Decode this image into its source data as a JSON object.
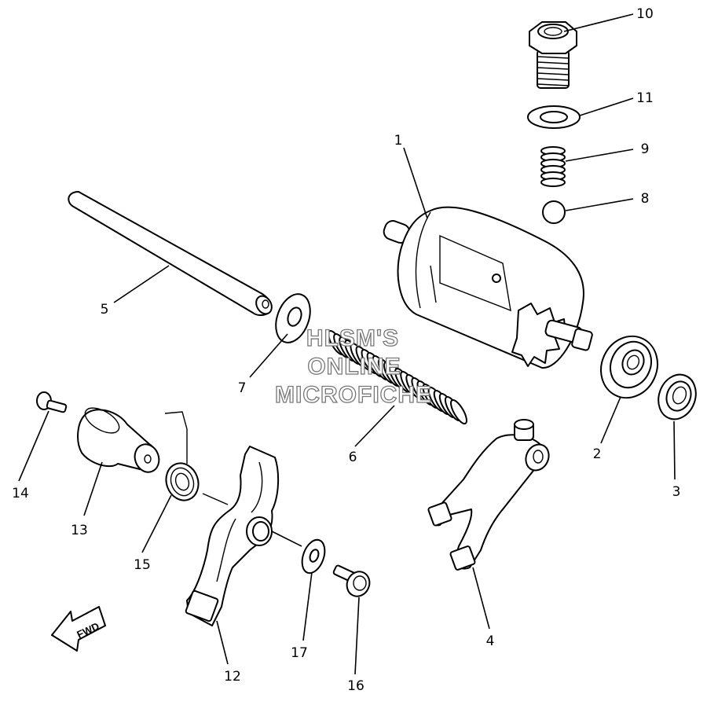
{
  "watermark": {
    "line1": "HLSM'S",
    "line2": "ONLINE",
    "line3": "MICROFICHE"
  },
  "direction_marker": {
    "label": "FWD"
  },
  "callouts": {
    "c1": "1",
    "c2": "2",
    "c3": "3",
    "c4": "4",
    "c5": "5",
    "c6": "6",
    "c7": "7",
    "c8": "8",
    "c9": "9",
    "c10": "10",
    "c11": "11",
    "c12": "12",
    "c13": "13",
    "c14": "14",
    "c15": "15",
    "c16": "16",
    "c17": "17"
  }
}
